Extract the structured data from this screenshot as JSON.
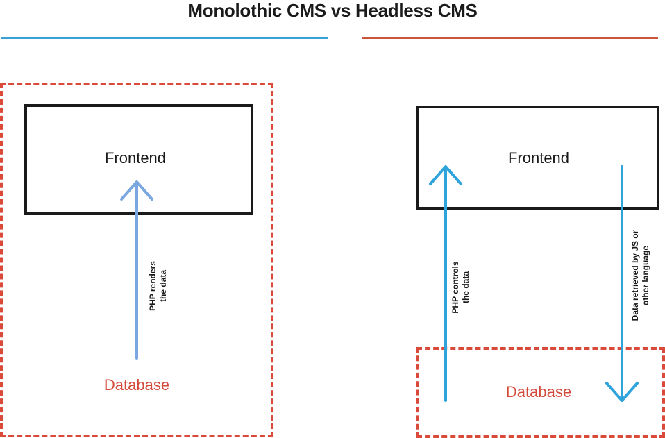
{
  "title": "Monolothic CMS vs Headless CMS",
  "colors": {
    "left_divider": "#3aa0d8",
    "right_divider": "#c9553a",
    "dashed_border": "#d94a3a",
    "database_text": "#d44a3a",
    "arrow_monolithic": "#7ba7e0",
    "arrow_headless": "#2fa3dc",
    "frontend_border": "#1a1a1a"
  },
  "monolithic": {
    "frontend_label": "Frontend",
    "database_label": "Database",
    "arrow_label_line1": "PHP renders",
    "arrow_label_line2": "the data"
  },
  "headless": {
    "frontend_label": "Frontend",
    "database_label": "Database",
    "left_arrow_label_line1": "PHP controls",
    "left_arrow_label_line2": "the data",
    "right_arrow_label_line1": "Data retrieved by JS or",
    "right_arrow_label_line2": "other language"
  }
}
